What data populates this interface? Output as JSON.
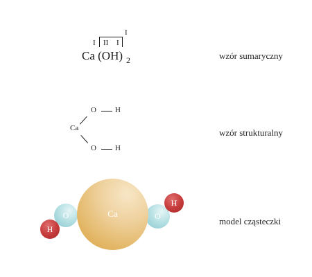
{
  "summary_formula": {
    "valences": [
      "I",
      "II",
      "I",
      "I"
    ],
    "main": "Ca (OH)",
    "subscript": "2",
    "label": "wzór sumaryczny"
  },
  "structural_formula": {
    "center_atom": "Ca",
    "upper_o": "O",
    "upper_h": "H",
    "lower_o": "O",
    "lower_h": "H",
    "label": "wzór strukturalny"
  },
  "molecule_model": {
    "ca": "Ca",
    "o_left": "O",
    "h_left": "H",
    "o_right": "O",
    "h_right": "H",
    "label": "model cząsteczki",
    "colors": {
      "calcium": "#e2b563",
      "oxygen": "#88c9cf",
      "hydrogen": "#c43a3a"
    }
  }
}
